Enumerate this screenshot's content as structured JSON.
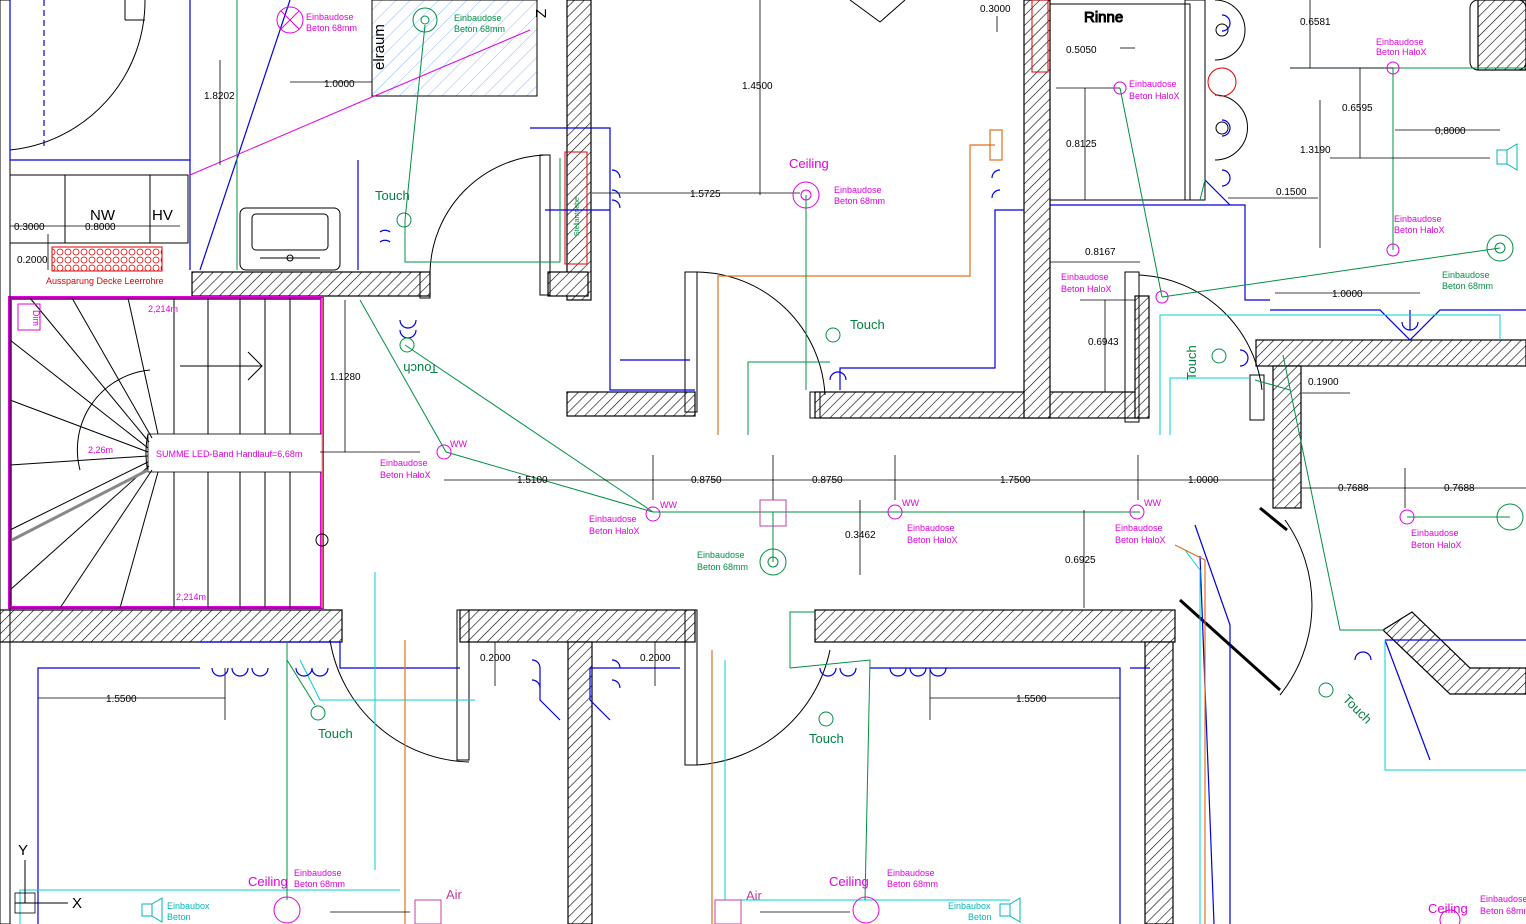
{
  "plan": {
    "rooms": {
      "rinne": "Rinne",
      "nw": "NW",
      "hv": "HV",
      "z": "Z",
      "elraum": "elraum"
    },
    "stair": {
      "dim_label": "Dim",
      "led_sum": "SUMME LED-Band Handlauf=6,68m",
      "run_top": "2,214m",
      "run_left": "2,26m",
      "run_bottom": "2,214m"
    },
    "notes": {
      "aussparung": "Aussparung Decke Leerrohre",
      "stellantrieb": "Stellantriebe"
    },
    "symbols": {
      "touch": "Touch",
      "ceiling": "Ceiling",
      "air": "Air",
      "ww": "WW",
      "einbaudose": "Einbaudose",
      "beton68": "Beton 68mm",
      "halox": "Beton HaloX",
      "einbaubox": "Einbaubox",
      "beton": "Beton"
    },
    "dims": {
      "d_1_0000_top": "1.0000",
      "d_1_8202": "1.8202",
      "d_0_3000_a": "0.3000",
      "d_0_8000_a": "0.8000",
      "d_0_2000_a": "0.2000",
      "d_1_4500": "1.4500",
      "d_1_5725": "1.5725",
      "d_0_3000_b": "0.3000",
      "d_0_5050": "0.5050",
      "d_0_8125": "0.8125",
      "d_0_8167": "0.8167",
      "d_0_6943": "0.6943",
      "d_0_6581": "0.6581",
      "d_0_6595": "0.6595",
      "d_0_8000_b": "0,8000",
      "d_1_3190": "1.3190",
      "d_0_1500": "0.1500",
      "d_1_0000_r": "1.0000",
      "d_0_1900": "0.1900",
      "d_1_1280": "1.1280",
      "d_1_5100": "1.5100",
      "d_0_8750_a": "0.8750",
      "d_0_8750_b": "0.8750",
      "d_1_7500": "1.7500",
      "d_1_0000_c": "1.0000",
      "d_0_7688_a": "0.7688",
      "d_0_7688_b": "0.7688",
      "d_0_3462": "0.3462",
      "d_0_6925": "0.6925",
      "d_0_2000_b": "0.2000",
      "d_0_2000_c": "0.2000",
      "d_1_5500_a": "1.5500",
      "d_1_5500_b": "1.5500"
    },
    "axes": {
      "y": "Y",
      "x": "X"
    },
    "colors": {
      "walls": "#000000",
      "power_lines": "#0000e0",
      "switch_lines": "#009040",
      "outlets": "#e000e0",
      "network": "#00d0d0",
      "heating": "#e07020",
      "notes": "#e00000"
    }
  }
}
